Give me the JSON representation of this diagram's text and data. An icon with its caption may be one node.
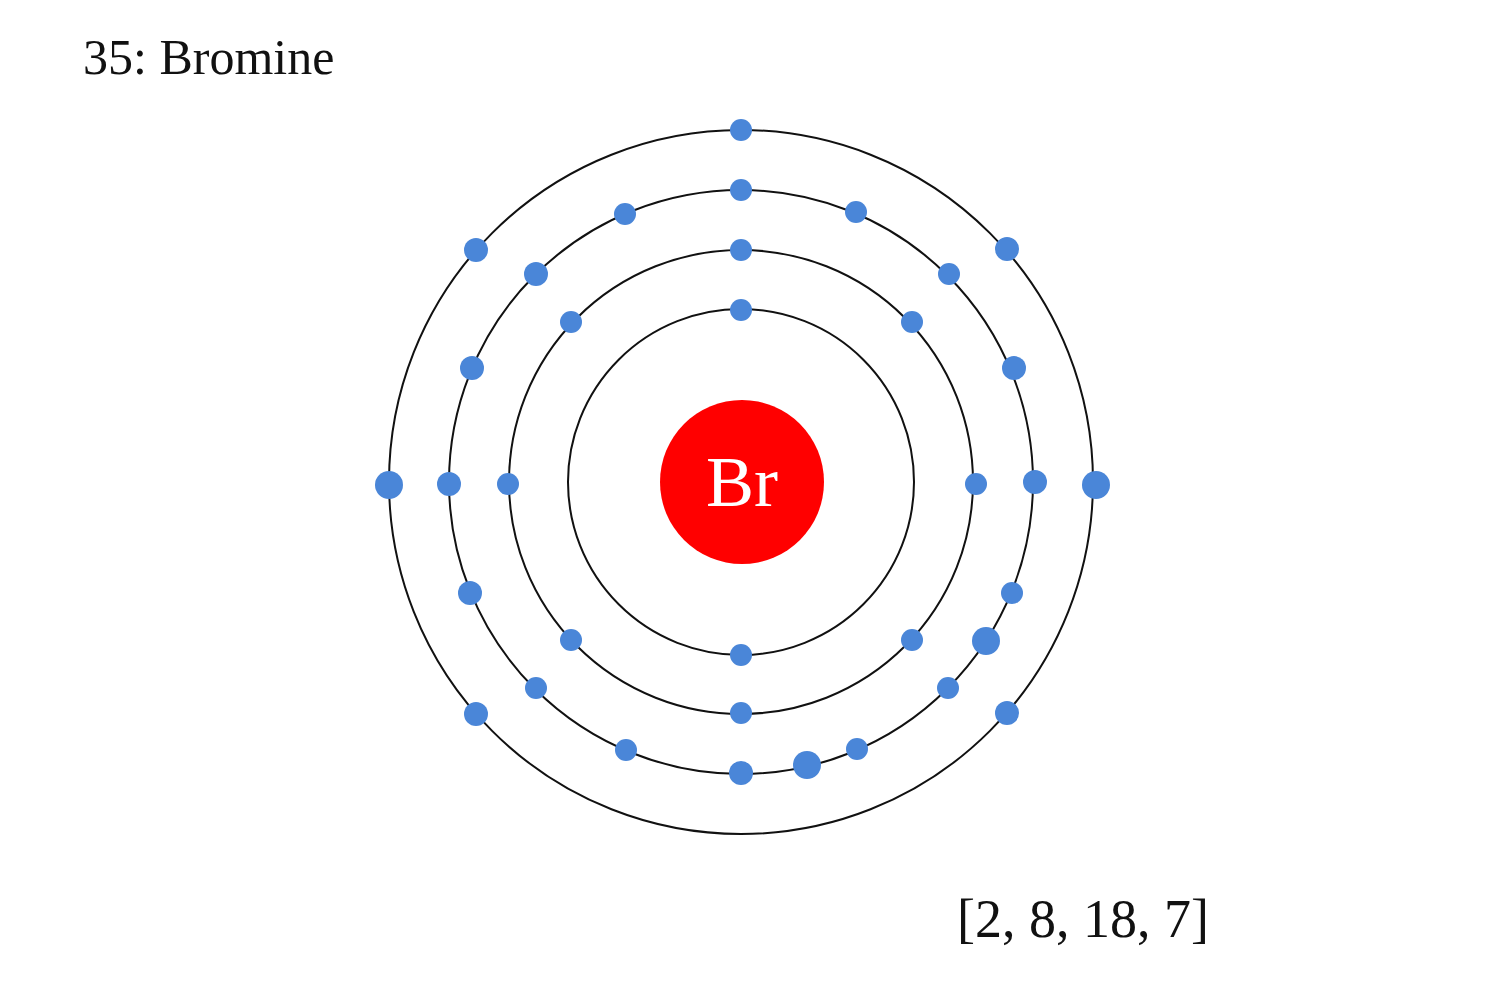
{
  "diagram": {
    "title": "35: Bromine",
    "nodes": [
      {
        "text": [
          "Br"
        ]
      }
    ],
    "labels": [
      "[2, 8, 18, 7]"
    ]
  }
}
